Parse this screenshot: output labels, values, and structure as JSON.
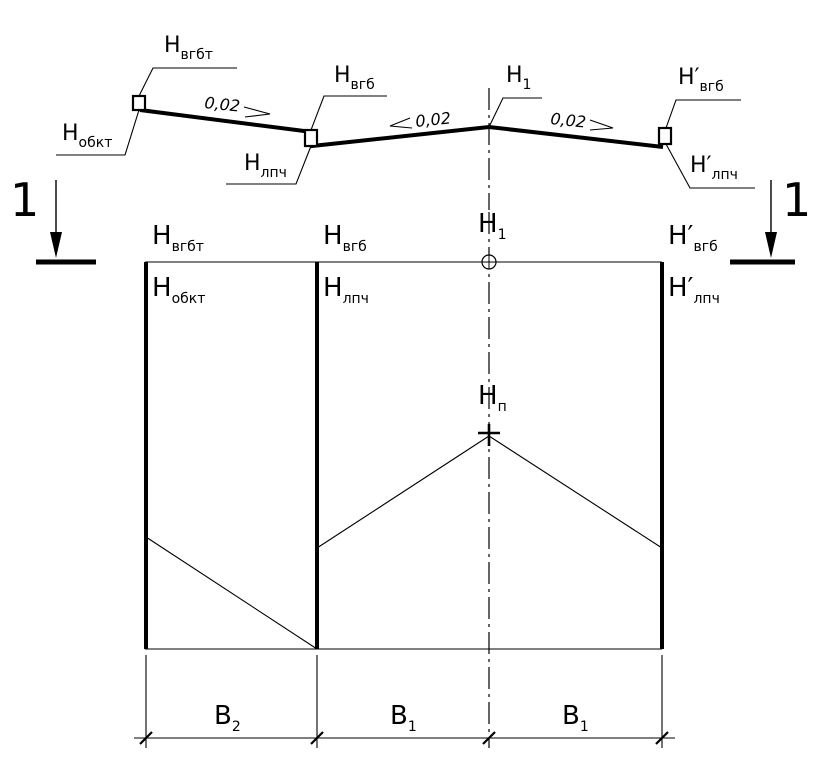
{
  "section_mark": "1",
  "profile": {
    "label_gbt": {
      "base": "H",
      "sub": "вгбт"
    },
    "label_obkt": {
      "base": "H",
      "sub": "обкт"
    },
    "label_gb": {
      "base": "H",
      "sub": "вгб"
    },
    "label_lpch": {
      "base": "H",
      "sub": "лпч"
    },
    "label_h1": {
      "base": "H",
      "sub": "1"
    },
    "label_gb_prime": {
      "base": "H′",
      "sub": "вгб"
    },
    "label_lpch_prime": {
      "base": "H′",
      "sub": "лпч"
    },
    "slope_left": "0,02",
    "slope_mid": "0,02",
    "slope_right": "0,02"
  },
  "plan": {
    "label_gbt": {
      "base": "H",
      "sub": "вгбт"
    },
    "label_obkt": {
      "base": "H",
      "sub": "обкт"
    },
    "label_gb": {
      "base": "H",
      "sub": "вгб"
    },
    "label_lpch": {
      "base": "H",
      "sub": "лпч"
    },
    "label_h1": {
      "base": "H",
      "sub": "1"
    },
    "label_hp": {
      "base": "H",
      "sub": "п"
    },
    "label_gb_prime": {
      "base": "H′",
      "sub": "вгб"
    },
    "label_lpch_prime": {
      "base": "H′",
      "sub": "лпч"
    }
  },
  "dimensions": {
    "b2": {
      "base": "B",
      "sub": "2"
    },
    "b1_left": {
      "base": "B",
      "sub": "1"
    },
    "b1_right": {
      "base": "B",
      "sub": "1"
    }
  }
}
